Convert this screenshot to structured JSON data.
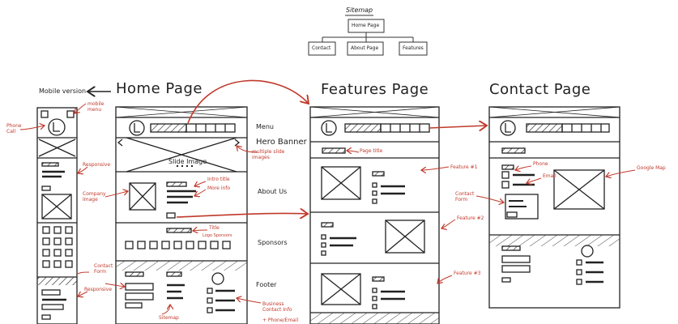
{
  "sitemap": {
    "title": "Sitemap",
    "root": "Home Page",
    "children": [
      "Contact",
      "About Page",
      "Features"
    ]
  },
  "headings": {
    "home": "Home Page",
    "features": "Features Page",
    "contact": "Contact Page",
    "mobile": "Mobile version"
  },
  "home_sections": {
    "menu": "Menu",
    "hero": "Hero Banner",
    "about": "About Us",
    "sponsors": "Sponsors",
    "footer": "Footer",
    "slide_image": "Slide Image"
  },
  "annotations": {
    "mobile_menu": "mobile menu",
    "phone_call": "Phone Call",
    "responsive_1": "Responsive",
    "company_image": "Company Image",
    "contact_form_mobile": "Contact Form",
    "responsive_2": "Responsive",
    "multiple_slide": "multiple slide images",
    "intro_title": "Intro title",
    "more_info": "More info",
    "title": "Title",
    "logo_sponsors": "Logo Sponsors",
    "sitemap": "Sitemap",
    "business_contact": "Business Contact Info",
    "phone_email": "+ Phone/Email",
    "page_title": "Page title",
    "feature_1": "Feature #1",
    "feature_2": "Feature #2",
    "feature_3": "Feature #3",
    "phone": "Phone",
    "email": "Email",
    "contact_form": "Contact Form",
    "google_map": "Google Map"
  },
  "colors": {
    "ink": "#222222",
    "annotation": "#c0392b"
  }
}
